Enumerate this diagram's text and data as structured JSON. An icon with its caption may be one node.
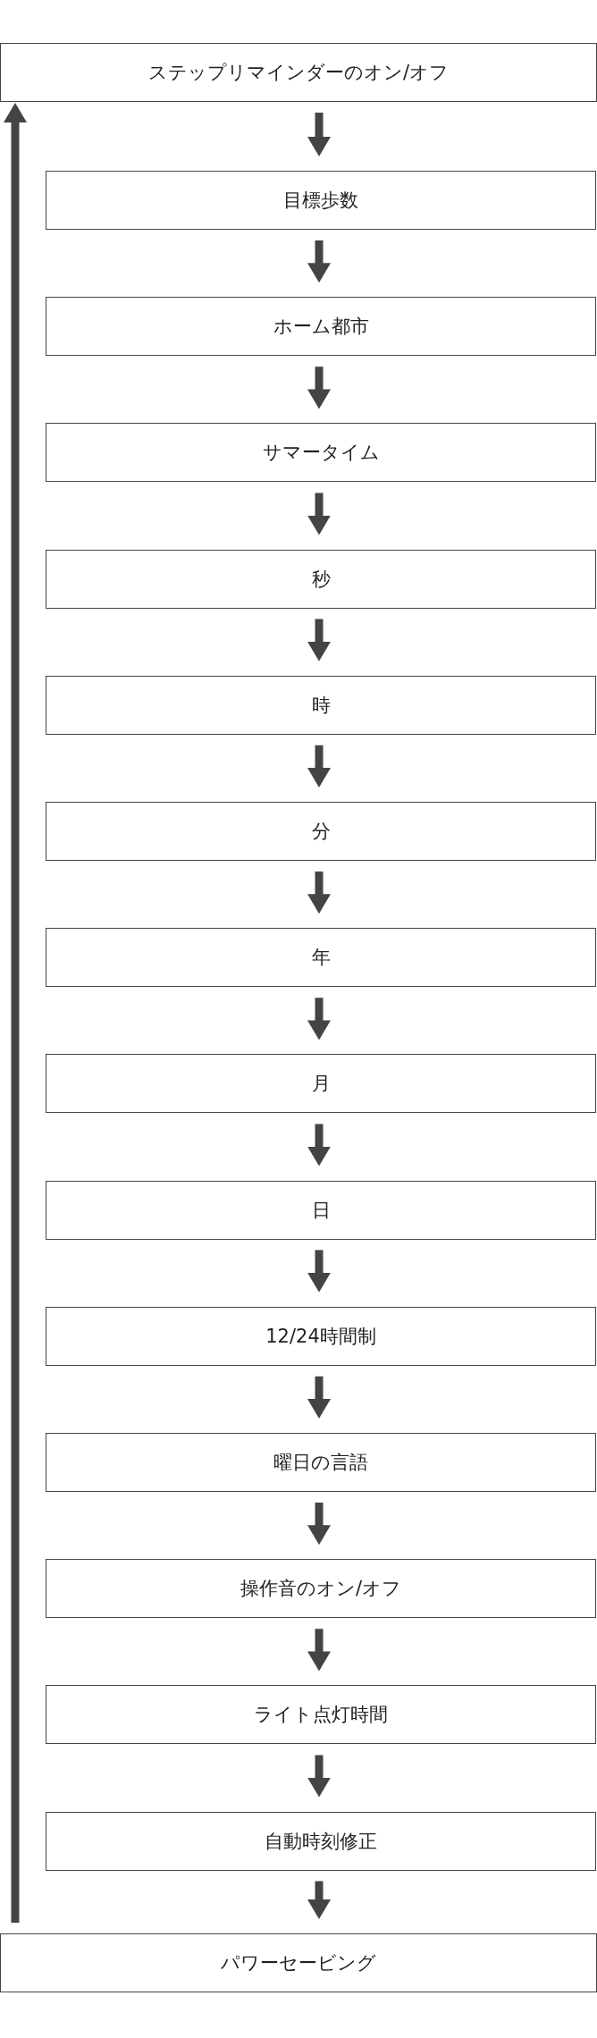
{
  "diagram": {
    "nodes": [
      {
        "text": [
          "ステップリマインダーのオン/オフ"
        ]
      },
      {
        "text": [
          "目標歩数"
        ]
      },
      {
        "text": [
          "ホーム都市"
        ]
      },
      {
        "text": [
          "サマータイム"
        ]
      },
      {
        "text": [
          "秒"
        ]
      },
      {
        "text": [
          "時"
        ]
      },
      {
        "text": [
          "分"
        ]
      },
      {
        "text": [
          "年"
        ]
      },
      {
        "text": [
          "月"
        ]
      },
      {
        "text": [
          "日"
        ]
      },
      {
        "text": [
          "12/24時間制"
        ]
      },
      {
        "text": [
          "曜日の言語"
        ]
      },
      {
        "text": [
          "操作音のオン/オフ"
        ]
      },
      {
        "text": [
          "ライト点灯時間"
        ]
      },
      {
        "text": [
          "自動時刻修正"
        ]
      },
      {
        "text": [
          "パワーセービング"
        ]
      }
    ],
    "edges": [
      {
        "from": 0,
        "to": 1,
        "arrow": "to"
      },
      {
        "from": 1,
        "to": 2,
        "arrow": "to"
      },
      {
        "from": 2,
        "to": 3,
        "arrow": "to"
      },
      {
        "from": 3,
        "to": 4,
        "arrow": "to"
      },
      {
        "from": 4,
        "to": 5,
        "arrow": "to"
      },
      {
        "from": 5,
        "to": 6,
        "arrow": "to"
      },
      {
        "from": 6,
        "to": 7,
        "arrow": "to"
      },
      {
        "from": 7,
        "to": 8,
        "arrow": "to"
      },
      {
        "from": 8,
        "to": 9,
        "arrow": "to"
      },
      {
        "from": 9,
        "to": 10,
        "arrow": "to"
      },
      {
        "from": 10,
        "to": 11,
        "arrow": "to"
      },
      {
        "from": 11,
        "to": 12,
        "arrow": "to"
      },
      {
        "from": 12,
        "to": 13,
        "arrow": "to"
      },
      {
        "from": 13,
        "to": 14,
        "arrow": "to"
      },
      {
        "from": 14,
        "to": 15,
        "arrow": "to"
      },
      {
        "from": 15,
        "to": 0,
        "arrow": "to"
      }
    ]
  }
}
